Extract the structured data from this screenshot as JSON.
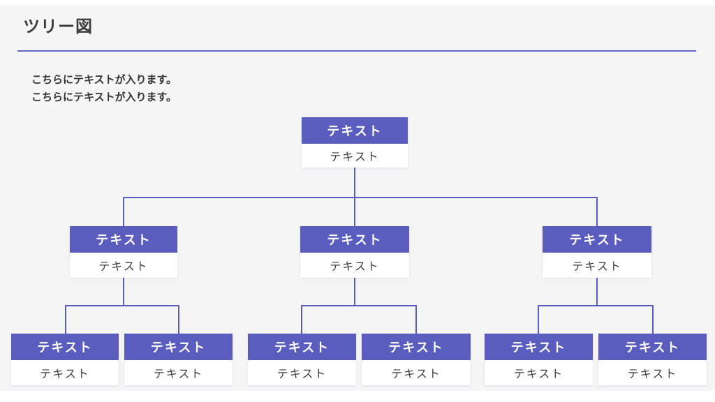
{
  "page": {
    "title": "ツリー図",
    "description_lines": [
      "こちらにテキストが入ります。",
      "こちらにテキストが入ります。"
    ]
  },
  "colors": {
    "accent": "#5a5cbe",
    "connector": "#5a5cc0",
    "divider": "#6366c4",
    "slide_background": "#f5f5f6",
    "node_header_text": "#ffffff",
    "node_body_text": "#3e3e3e",
    "title_text": "#3b3b3b"
  },
  "tree": {
    "nodes": [
      {
        "id": "root",
        "level": 1,
        "header": "テキスト",
        "body": "テキスト"
      },
      {
        "id": "mid-1",
        "level": 2,
        "header": "テキスト",
        "body": "テキスト"
      },
      {
        "id": "mid-2",
        "level": 2,
        "header": "テキスト",
        "body": "テキスト"
      },
      {
        "id": "mid-3",
        "level": 2,
        "header": "テキスト",
        "body": "テキスト"
      },
      {
        "id": "leaf-1",
        "level": 3,
        "header": "テキスト",
        "body": "テキスト"
      },
      {
        "id": "leaf-2",
        "level": 3,
        "header": "テキスト",
        "body": "テキスト"
      },
      {
        "id": "leaf-3",
        "level": 3,
        "header": "テキスト",
        "body": "テキスト"
      },
      {
        "id": "leaf-4",
        "level": 3,
        "header": "テキスト",
        "body": "テキスト"
      },
      {
        "id": "leaf-5",
        "level": 3,
        "header": "テキスト",
        "body": "テキスト"
      },
      {
        "id": "leaf-6",
        "level": 3,
        "header": "テキスト",
        "body": "テキスト"
      }
    ]
  }
}
